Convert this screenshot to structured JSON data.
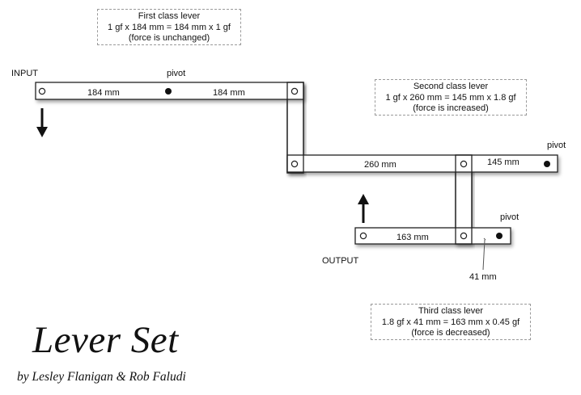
{
  "notes": {
    "first": {
      "line1": "First class lever",
      "line2": "1 gf x 184 mm = 184 mm x 1 gf",
      "line3": "(force is unchanged)"
    },
    "second": {
      "line1": "Second class lever",
      "line2": "1 gf x 260 mm = 145 mm x 1.8 gf",
      "line3": "(force is increased)"
    },
    "third": {
      "line1": "Third class lever",
      "line2": "1.8 gf x 41 mm = 163 mm x 0.45 gf",
      "line3": "(force is decreased)"
    }
  },
  "labels": {
    "input": "INPUT",
    "output": "OUTPUT",
    "pivot_top": "pivot",
    "pivot_right": "pivot",
    "pivot_bottom": "pivot"
  },
  "measurements": {
    "top_left": "184 mm",
    "top_right": "184 mm",
    "middle": "260 mm",
    "middle_right": "145 mm",
    "bottom": "163 mm",
    "short_arm": "41 mm"
  },
  "title": {
    "main": "Lever Set",
    "sub": "by Lesley Flanigan & Rob Faludi"
  }
}
